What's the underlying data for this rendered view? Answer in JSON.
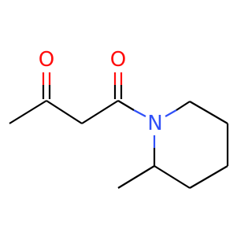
{
  "molecule": {
    "atoms": {
      "oxygen_ketone": {
        "symbol": "O",
        "color": "#ff0d0d"
      },
      "oxygen_amide": {
        "symbol": "O",
        "color": "#ff0d0d"
      },
      "nitrogen": {
        "symbol": "N",
        "color": "#3050f8"
      }
    },
    "bond_color": "#000000"
  }
}
